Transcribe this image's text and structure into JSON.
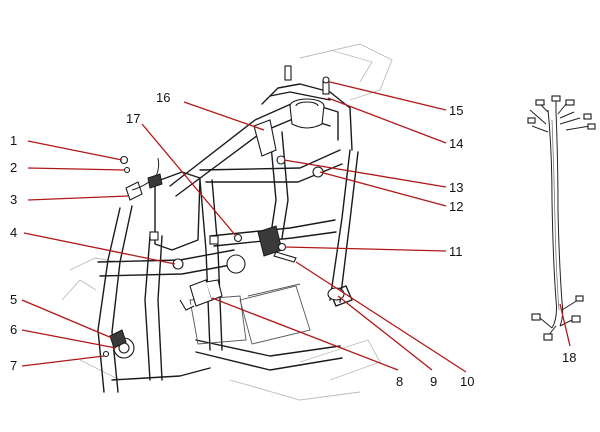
{
  "callouts": [
    {
      "id": "1",
      "label": "1"
    },
    {
      "id": "2",
      "label": "2"
    },
    {
      "id": "3",
      "label": "3"
    },
    {
      "id": "4",
      "label": "4"
    },
    {
      "id": "5",
      "label": "5"
    },
    {
      "id": "6",
      "label": "6"
    },
    {
      "id": "7",
      "label": "7"
    },
    {
      "id": "8",
      "label": "8"
    },
    {
      "id": "9",
      "label": "9"
    },
    {
      "id": "10",
      "label": "10"
    },
    {
      "id": "11",
      "label": "11"
    },
    {
      "id": "12",
      "label": "12"
    },
    {
      "id": "13",
      "label": "13"
    },
    {
      "id": "14",
      "label": "14"
    },
    {
      "id": "15",
      "label": "15"
    },
    {
      "id": "16",
      "label": "16"
    },
    {
      "id": "17",
      "label": "17"
    },
    {
      "id": "18",
      "label": "18"
    }
  ],
  "colors": {
    "leader": "#b11818",
    "linework": "#1a1a1a",
    "background": "#ffffff"
  }
}
